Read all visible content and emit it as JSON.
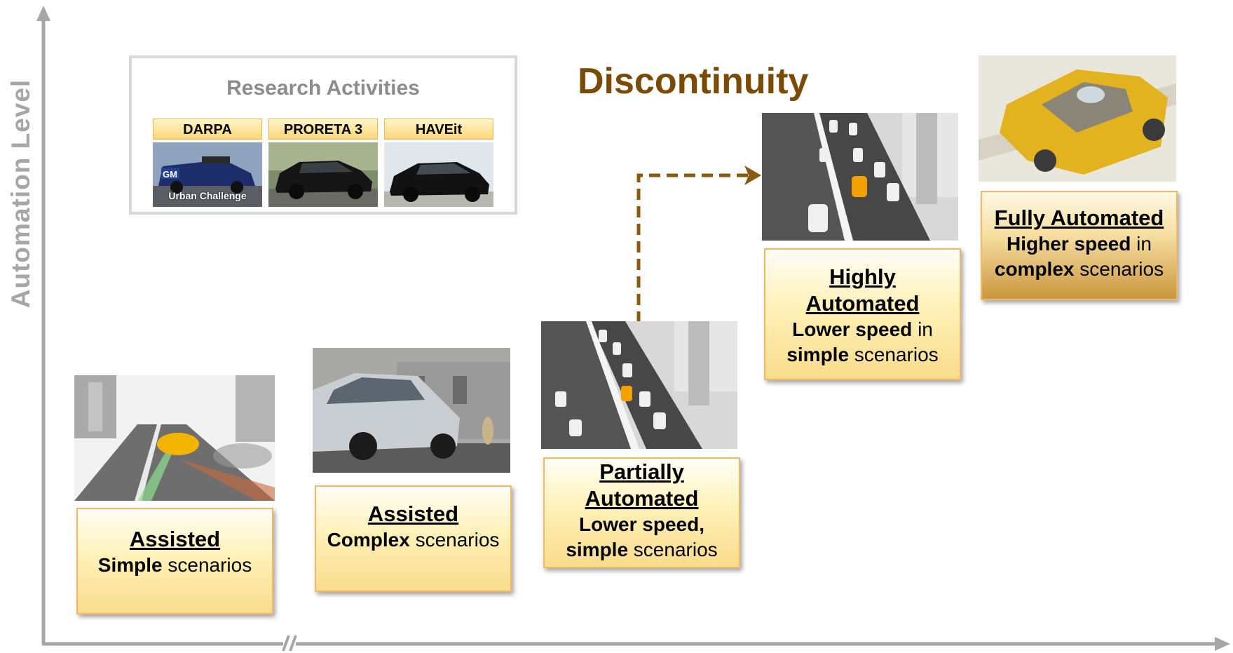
{
  "axis": {
    "y_label": "Automation Level"
  },
  "research": {
    "title": "Research Activities",
    "items": [
      {
        "label": "DARPA",
        "caption": "Urban Challenge"
      },
      {
        "label": "PRORETA 3",
        "caption": ""
      },
      {
        "label": "HAVEit",
        "caption": ""
      }
    ]
  },
  "discontinuity": "Discontinuity",
  "levels": {
    "assisted_simple": {
      "title": "Assisted",
      "bold1": "Simple",
      "rest1": " scenarios"
    },
    "assisted_complex": {
      "title": "Assisted",
      "bold1": "Complex",
      "rest1": " scenarios"
    },
    "partially": {
      "title_line1": "Partially",
      "title_line2": "Automated",
      "bold1": "Lower speed,",
      "bold2": "simple",
      "rest2": " scenarios"
    },
    "highly": {
      "title_line1": "Highly",
      "title_line2": "Automated",
      "bold1": "Lower speed",
      "rest1": " in",
      "bold2": "simple",
      "rest2": " scenarios"
    },
    "fully": {
      "title": "Fully Automated",
      "bold1": "Higher speed",
      "rest1": " in",
      "bold2": "complex",
      "rest2": " scenarios"
    }
  },
  "colors": {
    "axis": "#a6a6a6",
    "discontinuity": "#7a4a06",
    "box_border": "#f3b865",
    "arrow": "#8b5a12"
  }
}
